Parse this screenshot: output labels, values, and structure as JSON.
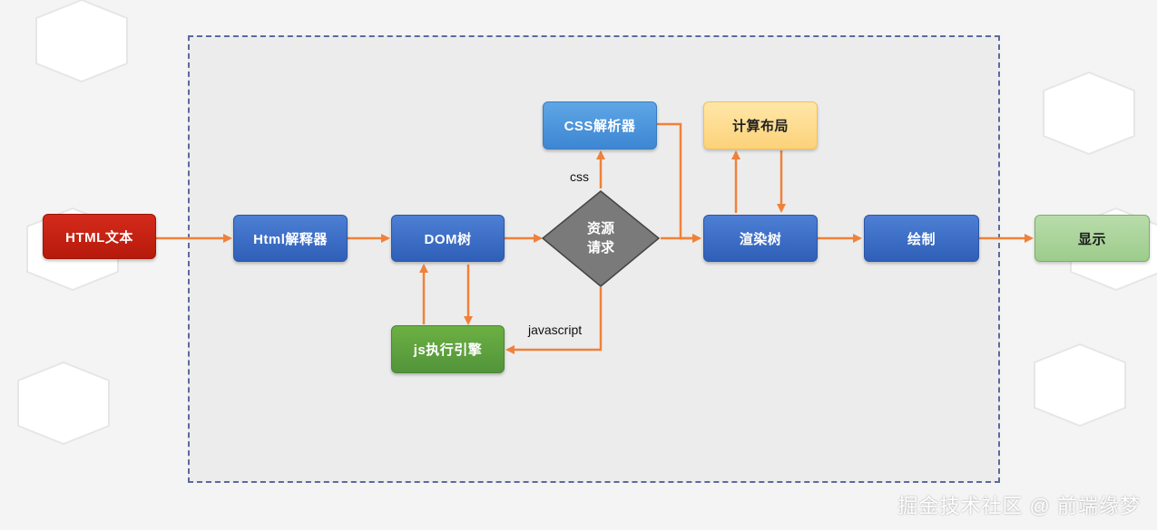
{
  "nodes": {
    "html_text": "HTML文本",
    "html_parser": "Html解释器",
    "dom_tree": "DOM树",
    "resource_request_line1": "资源",
    "resource_request_line2": "请求",
    "css_parser": "CSS解析器",
    "layout": "计算布局",
    "render_tree": "渲染树",
    "paint": "绘制",
    "display": "显示",
    "js_engine": "js执行引擎"
  },
  "edge_labels": {
    "css": "css",
    "javascript": "javascript"
  },
  "colors": {
    "arrow": "#f0813a",
    "frame_border": "#5a6aa0",
    "diamond": "#7a7a7a"
  },
  "watermark": "掘金技术社区 @ 前端缘梦"
}
